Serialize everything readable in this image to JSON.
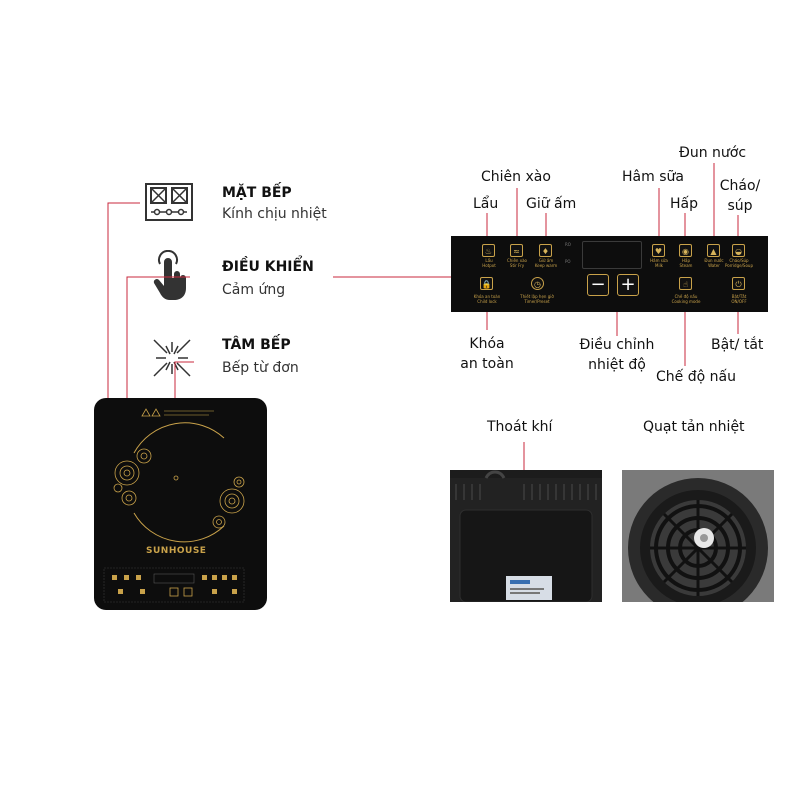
{
  "features": [
    {
      "title": "MẶT BẾP",
      "subtitle": "Kính chịu nhiệt",
      "icon": "two-burner-stove-icon"
    },
    {
      "title": "ĐIỀU KHIỂN",
      "subtitle": "Cảm ứng",
      "icon": "touch-finger-icon"
    },
    {
      "title": "TÂM BẾP",
      "subtitle": "Bếp từ đơn",
      "icon": "induction-center-icon"
    }
  ],
  "cooktop": {
    "brand": "SUNHOUSE"
  },
  "panel": {
    "keys_top": [
      {
        "vi": "Lẩu",
        "en": "Hotpot"
      },
      {
        "vi": "Chiên xào",
        "en": "Stir Fry"
      },
      {
        "vi": "Giữ ấm",
        "en": "Keep warm"
      }
    ],
    "keys_top_right": [
      {
        "vi": "Hâm sữa",
        "en": "Milk"
      },
      {
        "vi": "Hấp",
        "en": "Steam"
      },
      {
        "vi": "Đun nước",
        "en": "Water"
      },
      {
        "vi": "Cháo/Súp",
        "en": "Porridge/Soup"
      }
    ],
    "keys_bottom": [
      {
        "vi": "Khóa an toàn",
        "en": "Child lock"
      },
      {
        "vi": "Thiết lập hẹn giờ",
        "en": "Timer/Preset"
      },
      {
        "vi": "Chế độ nấu",
        "en": "Cooking mode"
      },
      {
        "vi": "Bật/Tắt",
        "en": "ON/OFF"
      }
    ],
    "display_labels": [
      "RO",
      "PO"
    ],
    "minus": "−",
    "plus": "+"
  },
  "callouts": {
    "chien_xao": "Chiên xào",
    "lau": "Lẩu",
    "giu_am": "Giữ ấm",
    "ham_sua": "Hâm sữa",
    "hap": "Hấp",
    "dun_nuoc": "Đun nước",
    "chao_sup_line1": "Cháo/",
    "chao_sup_line2": "súp",
    "khoa_line1": "Khóa",
    "khoa_line2": "an toàn",
    "dieu_chinh_line1": "Điều chỉnh",
    "dieu_chinh_line2": "nhiệt độ",
    "che_do_nau": "Chế độ nấu",
    "bat_tat": "Bật/ tắt"
  },
  "photos": [
    {
      "label": "Thoát khí"
    },
    {
      "label": "Quạt tản nhiệt"
    }
  ],
  "colors": {
    "accent_red": "#c8283c",
    "gold": "#c9a24a",
    "panel_black": "#0d0d0d"
  }
}
